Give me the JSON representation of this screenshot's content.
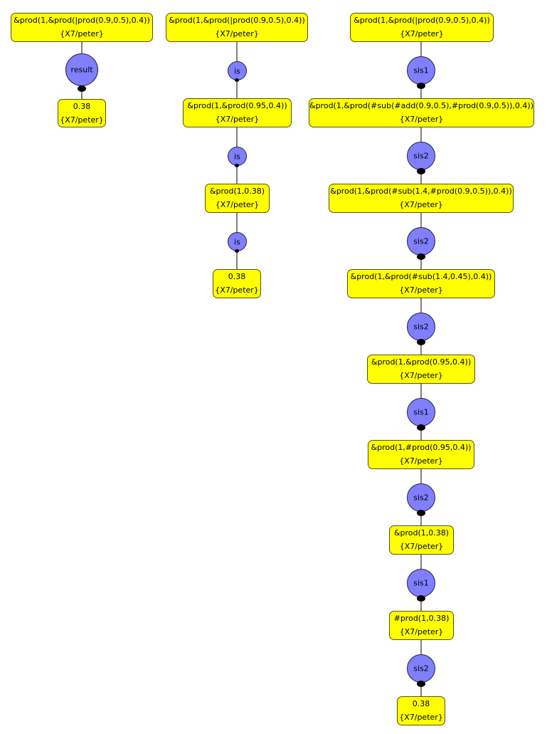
{
  "colors": {
    "node_fill": "#ffff00",
    "rule_fill": "#7f7fff",
    "edge": "#000000"
  },
  "col1": {
    "n1": {
      "expr": "&prod(1,&prod(|prod(0.9,0.5),0.4))",
      "sub": "{X7/peter}"
    },
    "r1": "result",
    "n2": {
      "expr": "0.38",
      "sub": "{X7/peter}"
    }
  },
  "col2": {
    "n1": {
      "expr": "&prod(1,&prod(|prod(0.9,0.5),0.4))",
      "sub": "{X7/peter}"
    },
    "r1": "is",
    "n2": {
      "expr": "&prod(1,&prod(0.95,0.4))",
      "sub": "{X7/peter}"
    },
    "r2": "is",
    "n3": {
      "expr": "&prod(1,0.38)",
      "sub": "{X7/peter}"
    },
    "r3": "is",
    "n4": {
      "expr": "0.38",
      "sub": "{X7/peter}"
    }
  },
  "col3": {
    "n1": {
      "expr": "&prod(1,&prod(|prod(0.9,0.5),0.4))",
      "sub": "{X7/peter}"
    },
    "r1": "sis1",
    "n2": {
      "expr": "&prod(1,&prod(#sub(#add(0.9,0.5),#prod(0.9,0.5)),0.4))",
      "sub": "{X7/peter}"
    },
    "r2": "sis2",
    "n3": {
      "expr": "&prod(1,&prod(#sub(1.4,#prod(0.9,0.5)),0.4))",
      "sub": "{X7/peter}"
    },
    "r3": "sis2",
    "n4": {
      "expr": "&prod(1,&prod(#sub(1.4,0.45),0.4))",
      "sub": "{X7/peter}"
    },
    "r4": "sis2",
    "n5": {
      "expr": "&prod(1,&prod(0.95,0.4))",
      "sub": "{X7/peter}"
    },
    "r5": "sis1",
    "n6": {
      "expr": "&prod(1,#prod(0.95,0.4))",
      "sub": "{X7/peter}"
    },
    "r6": "sis2",
    "n7": {
      "expr": "&prod(1,0.38)",
      "sub": "{X7/peter}"
    },
    "r7": "sis1",
    "n8": {
      "expr": "#prod(1,0.38)",
      "sub": "{X7/peter}"
    },
    "r8": "sis2",
    "n9": {
      "expr": "0.38",
      "sub": "{X7/peter}"
    }
  }
}
